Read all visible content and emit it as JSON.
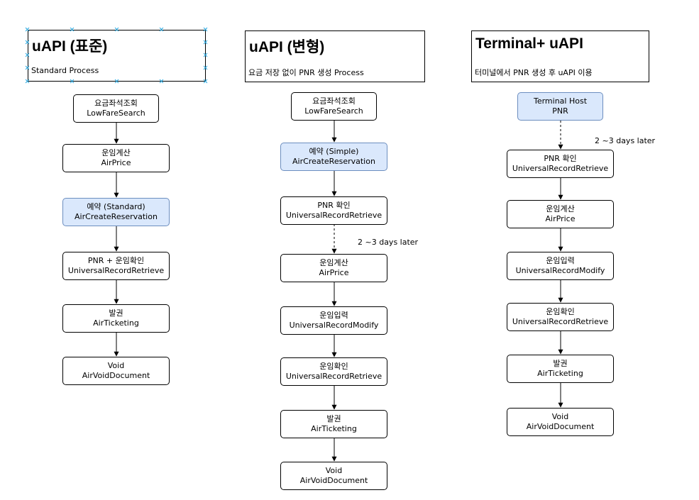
{
  "columns": [
    {
      "title": "uAPI (표준)",
      "subtitle": "Standard  Process",
      "steps": [
        {
          "ko": "요금좌석조회",
          "en": "LowFareSearch",
          "highlight": false
        },
        {
          "ko": "운임계산",
          "en": "AirPrice",
          "highlight": false
        },
        {
          "ko": "예약 (Standard)",
          "en": "AirCreateReservation",
          "highlight": true
        },
        {
          "ko": "PNR + 운임확인",
          "en": "UniversalRecordRetrieve",
          "highlight": false
        },
        {
          "ko": "발권",
          "en": "AirTicketing",
          "highlight": false
        },
        {
          "ko": "Void",
          "en": "AirVoidDocument",
          "highlight": false
        }
      ]
    },
    {
      "title": "uAPI (변형)",
      "subtitle": "요금 저장 없이 PNR 생성  Process",
      "steps": [
        {
          "ko": "요금좌석조회",
          "en": "LowFareSearch",
          "highlight": false
        },
        {
          "ko": "예약 (Simple)",
          "en": "AirCreateReservation",
          "highlight": true
        },
        {
          "ko": "PNR 확인",
          "en": "UniversalRecordRetrieve",
          "highlight": false
        },
        {
          "ko": "운임계산",
          "en": "AirPrice",
          "highlight": false
        },
        {
          "ko": "운임입력",
          "en": "UniversalRecordModify",
          "highlight": false
        },
        {
          "ko": "운임확인",
          "en": "UniversalRecordRetrieve",
          "highlight": false
        },
        {
          "ko": "발권",
          "en": "AirTicketing",
          "highlight": false
        },
        {
          "ko": "Void",
          "en": "AirVoidDocument",
          "highlight": false
        }
      ],
      "delay_note": "2 ~3 days later"
    },
    {
      "title": "Terminal+ uAPI",
      "subtitle": "터미널에서 PNR 생성 후 uAPI 이용",
      "steps": [
        {
          "ko": "Terminal Host",
          "en": "PNR",
          "highlight": true
        },
        {
          "ko": "PNR 확인",
          "en": "UniversalRecordRetrieve",
          "highlight": false
        },
        {
          "ko": "운임계산",
          "en": "AirPrice",
          "highlight": false
        },
        {
          "ko": "운임입력",
          "en": "UniversalRecordModify",
          "highlight": false
        },
        {
          "ko": "운임확인",
          "en": "UniversalRecordRetrieve",
          "highlight": false
        },
        {
          "ko": "발권",
          "en": "AirTicketing",
          "highlight": false
        },
        {
          "ko": "Void",
          "en": "AirVoidDocument",
          "highlight": false
        }
      ],
      "delay_note": "2 ~3 days later"
    }
  ],
  "colors": {
    "highlight_fill": "#dae8fc",
    "highlight_border": "#6c8ebf",
    "selection_handle": "#29a8e0"
  }
}
